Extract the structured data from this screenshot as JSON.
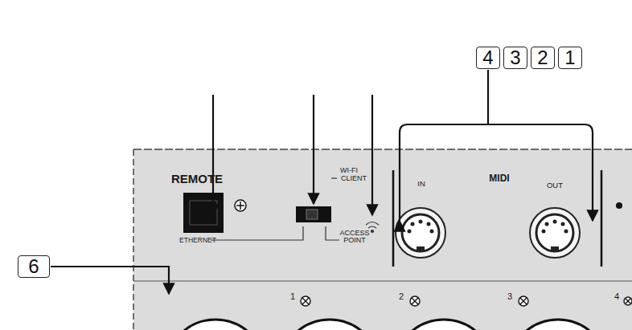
{
  "diagram": {
    "nodes": [
      {
        "text": [
          "4"
        ]
      },
      {
        "text": [
          "3"
        ]
      },
      {
        "text": [
          "2"
        ]
      },
      {
        "text": [
          "1"
        ]
      },
      {
        "text": [
          "6"
        ]
      }
    ],
    "labels": [
      "REMOTE",
      "ETHERNET",
      "WI-FI",
      "CLIENT",
      "ACCESS",
      "POINT",
      "MIDI",
      "IN",
      "OUT",
      "1",
      "2",
      "3",
      "4"
    ]
  }
}
